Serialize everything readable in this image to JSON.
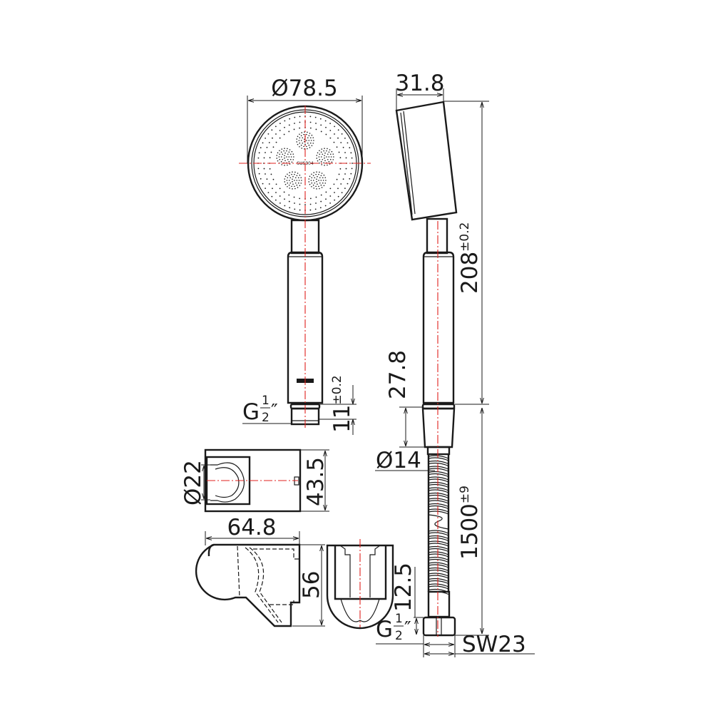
{
  "drawing": {
    "colors": {
      "line": "#1a1a1a",
      "centerline": "#e0201c"
    },
    "head_material_label": "SUS304",
    "dimensions": {
      "head_diameter": "Ø78.5",
      "head_depth": "31.8",
      "handle_length": "208",
      "handle_length_tol": "±0.2",
      "thread_top": "G",
      "thread_top_frac_num": "1",
      "thread_top_frac_den": "2",
      "thread_top_inch": "″",
      "thread_length": "11",
      "thread_length_tol": "±0.2",
      "cone_length": "27.8",
      "hose_diameter": "Ø14",
      "hose_length": "1500",
      "hose_length_tol": "±9",
      "nut_length": "12.5",
      "thread_bottom": "G",
      "thread_bottom_frac_num": "1",
      "thread_bottom_frac_den": "2",
      "thread_bottom_inch": "″",
      "nut_wrench": "SW23",
      "holder_bore": "Ø22",
      "holder_height": "43.5",
      "holder_width": "64.8",
      "holder_depth": "56"
    }
  }
}
